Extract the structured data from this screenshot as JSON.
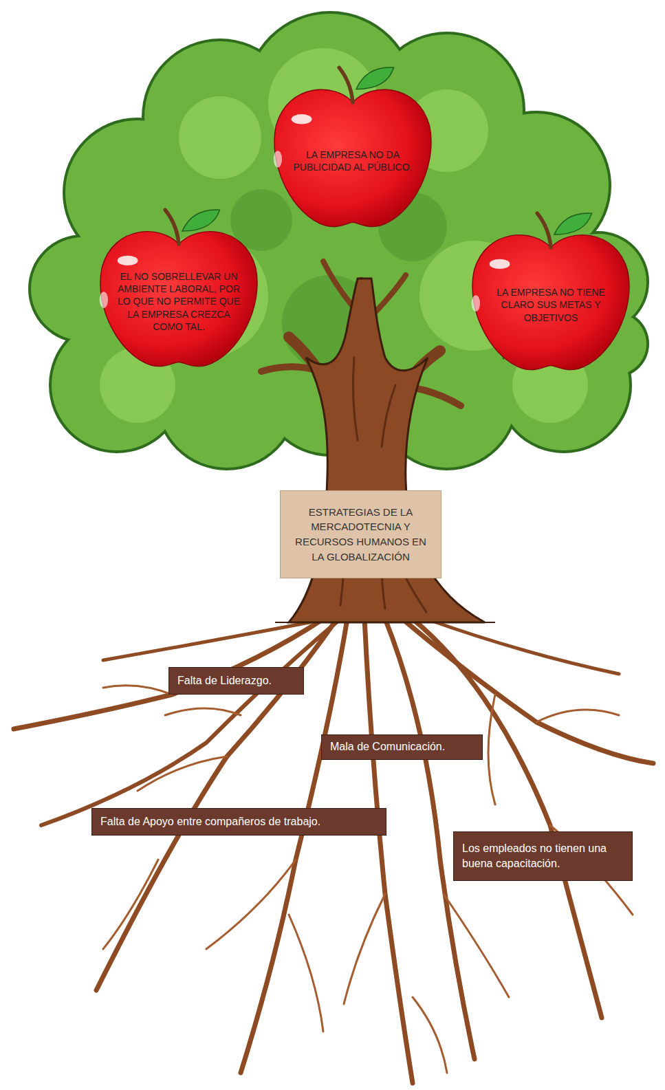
{
  "diagram": {
    "nodes": [
      {
        "text": [
          "LA EMPRESA NO DA PUBLICIDAD AL PÚBLICO."
        ]
      },
      {
        "text": [
          "EL NO SOBRELLEVAR UN AMBIENTE LABORAL, POR LO QUE NO PERMITE QUE LA EMPRESA CREZCA COMO TAL."
        ]
      },
      {
        "text": [
          "LA EMPRESA NO TIENE CLARO SUS METAS Y OBJETIVOS"
        ]
      },
      {
        "text": [
          "ESTRATEGIAS DE LA MERCADOTECNIA Y RECURSOS HUMANOS EN LA GLOBALIZACIÓN"
        ]
      },
      {
        "text": [
          "Falta de Liderazgo."
        ]
      },
      {
        "text": [
          "Mala de Comunicación."
        ]
      },
      {
        "text": [
          "Falta de Apoyo entre compañeros de trabajo."
        ]
      },
      {
        "text": [
          "Los empleados no tienen una buena capacitación."
        ]
      }
    ]
  }
}
